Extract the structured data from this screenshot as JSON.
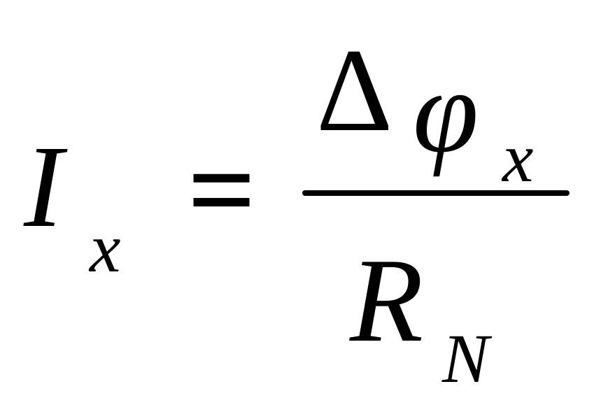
{
  "formula": {
    "lhs": {
      "symbol": "I",
      "subscript": "x"
    },
    "relation": "=",
    "numerator": {
      "delta": "Δ",
      "symbol": "φ",
      "subscript": "x"
    },
    "denominator": {
      "symbol": "R",
      "subscript": "N"
    }
  }
}
